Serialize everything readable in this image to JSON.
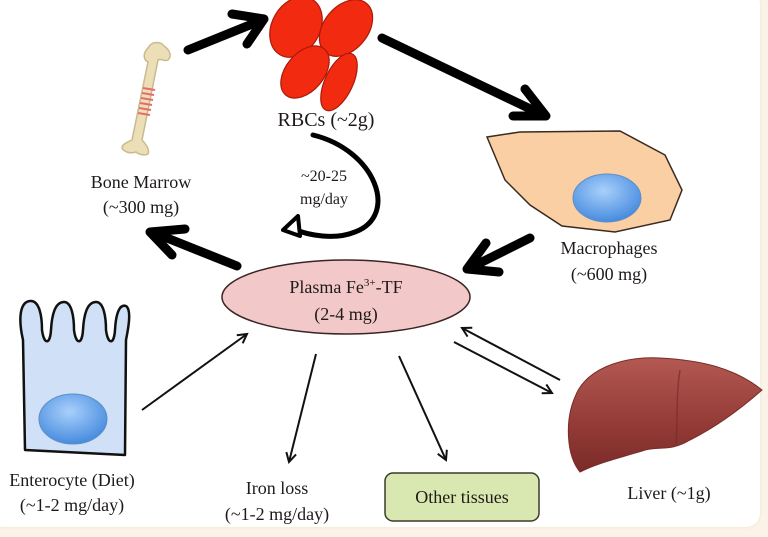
{
  "diagram": {
    "title": "Iron distribution and flux",
    "nodes": {
      "rbcs": {
        "label": "RBCs (~2g)"
      },
      "bone_marrow": {
        "line1": "Bone Marrow",
        "line2": "(~300 mg)"
      },
      "macrophages": {
        "line1": "Macrophages",
        "line2": "(~600 mg)"
      },
      "plasma": {
        "line1_prefix": "Plasma Fe",
        "line1_sup": "3+",
        "line1_suffix": "-TF",
        "line2": "(2-4 mg)"
      },
      "enterocyte": {
        "line1": "Enterocyte (Diet)",
        "line2": "(~1-2 mg/day)"
      },
      "iron_loss": {
        "line1": "Iron loss",
        "line2": "(~1-2 mg/day)"
      },
      "other_tissues": {
        "label": "Other tissues"
      },
      "liver": {
        "label": "Liver (~1g)"
      }
    },
    "edges": {
      "recycling": {
        "line1": "~20-25",
        "line2": "mg/day"
      }
    },
    "colors": {
      "rbc": "#f22a10",
      "bone": "#ecdfb8",
      "marrow_stripe": "#e86b6b",
      "macrophage": "#fbcfa4",
      "nucleus": "#5c9ee8",
      "plasma": "#f2c9c8",
      "enterocyte": "#cfe0f7",
      "other_tissues": "#d9e8b0",
      "liver": "#9c3f3a"
    }
  }
}
